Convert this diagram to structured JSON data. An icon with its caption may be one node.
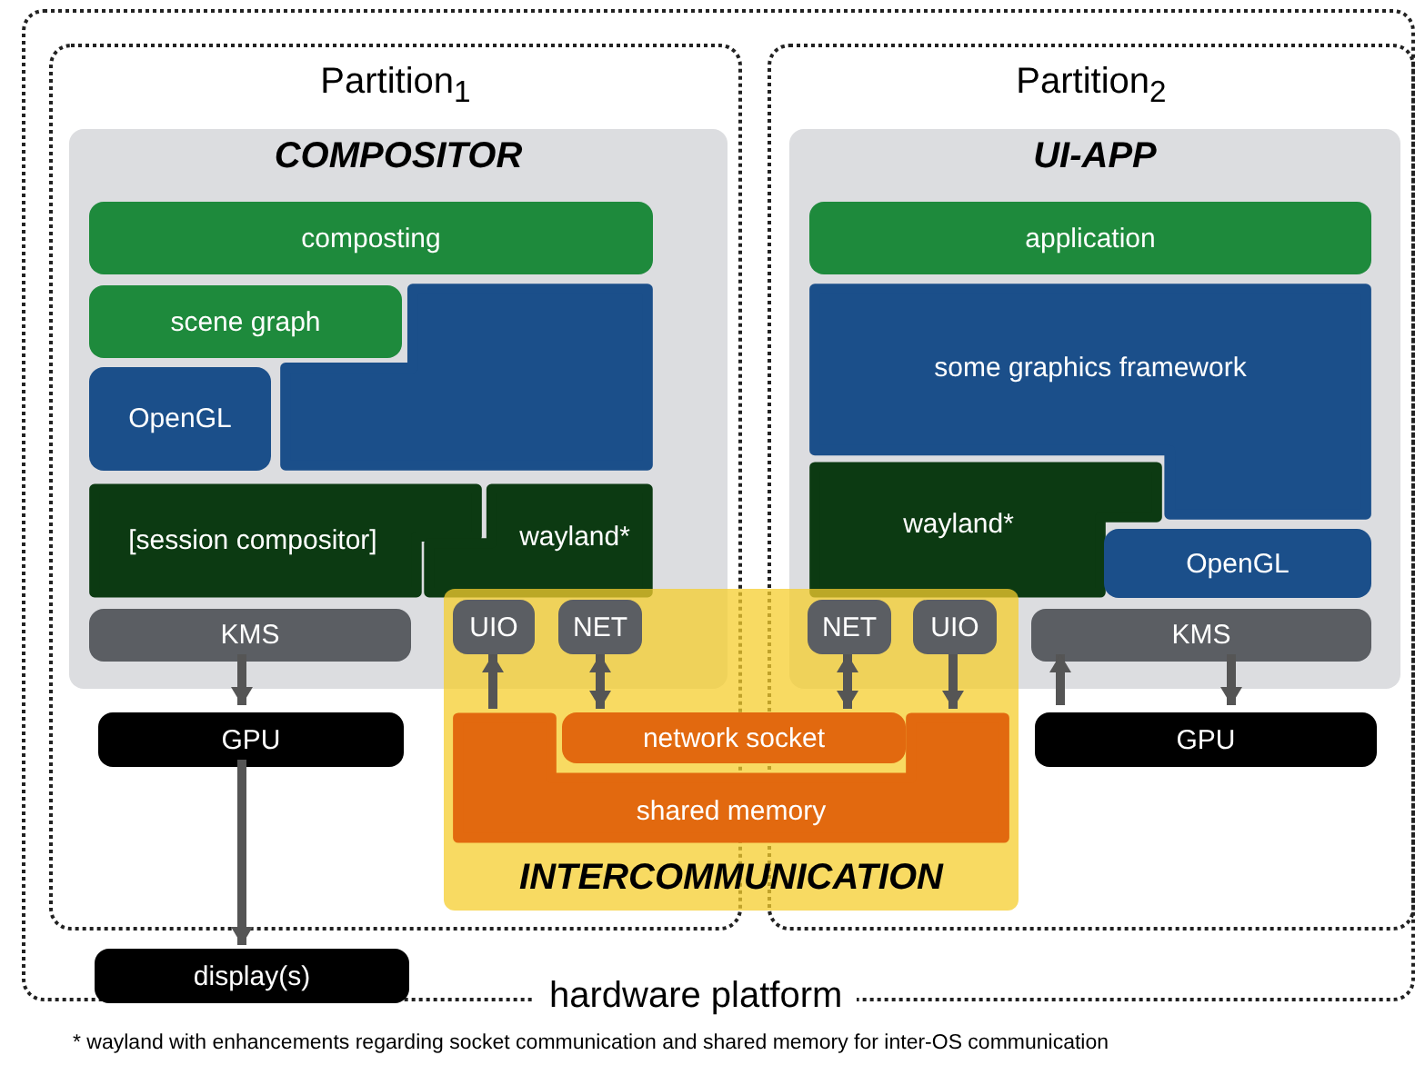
{
  "diagram": {
    "nodes": [
      {
        "text": [
          "hardware platform"
        ]
      },
      {
        "text": [
          "Partition$_{1}$"
        ],
        "in": 0
      },
      {
        "text": [
          "COMPOSITOR"
        ],
        "in": 1
      },
      {
        "text": [
          "composting"
        ],
        "in": 2
      },
      {
        "text": [
          "scene graph"
        ],
        "in": 2
      },
      {
        "text": [],
        "shape": "box",
        "in": 2
      },
      {
        "text": [
          "OpenGL"
        ],
        "in": 2
      },
      {
        "text": [
          "[session compositor]"
        ],
        "in": 2
      },
      {
        "text": [
          "wayland*"
        ],
        "in": 2
      },
      {
        "text": [
          "KMS"
        ],
        "in": 2
      },
      {
        "text": [
          "GPU"
        ],
        "in": 1
      },
      {
        "text": [
          "Partition$_{2}$"
        ],
        "in": 0
      },
      {
        "text": [
          "UI-APP"
        ],
        "in": 11
      },
      {
        "text": [
          "application"
        ],
        "in": 12
      },
      {
        "text": [
          "some graphics framework"
        ],
        "in": 12
      },
      {
        "text": [
          "wayland*"
        ],
        "in": 12
      },
      {
        "text": [
          "OpenGL"
        ],
        "in": 12
      },
      {
        "text": [
          "KMS"
        ],
        "in": 12
      },
      {
        "text": [
          "GPU"
        ],
        "in": 11
      },
      {
        "text": [
          "INTERCOMMUNICATION"
        ],
        "in": 0
      },
      {
        "text": [
          "UIO"
        ]
      },
      {
        "text": [
          "NET"
        ]
      },
      {
        "text": [
          "NET"
        ]
      },
      {
        "text": [
          "UIO"
        ]
      },
      {
        "text": [
          "network socket"
        ],
        "in": 19
      },
      {
        "text": [
          "shared memory"
        ],
        "in": 19
      },
      {
        "text": [
          "display(s)"
        ],
        "in": 0
      }
    ],
    "edges": [
      {
        "from": 9,
        "to": 10,
        "arrow": "to"
      },
      {
        "from": 10,
        "to": 26,
        "arrow": "to"
      },
      {
        "from": 25,
        "to": 20,
        "arrow": "to"
      },
      {
        "from": 21,
        "to": 24,
        "arrow": "both"
      },
      {
        "from": 22,
        "to": 24,
        "arrow": "both"
      },
      {
        "from": 23,
        "to": 25,
        "arrow": "to"
      },
      {
        "from": 18,
        "to": 17,
        "arrow": "to"
      },
      {
        "from": 17,
        "to": 18,
        "arrow": "to"
      }
    ],
    "labels": [
      "* wayland with enhancements regarding socket communication and shared memory for inter-OS communication"
    ]
  }
}
